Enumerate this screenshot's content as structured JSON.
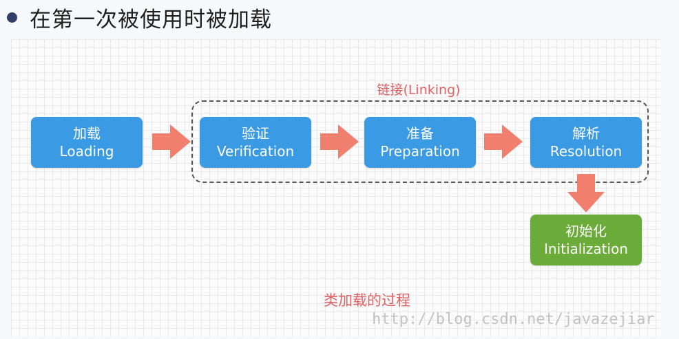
{
  "heading": {
    "text": "在第一次被使用时被加载"
  },
  "diagram": {
    "group_label": "链接(Linking)",
    "stages": {
      "loading": {
        "zh": "加载",
        "en": "Loading"
      },
      "verification": {
        "zh": "验证",
        "en": "Verification"
      },
      "preparation": {
        "zh": "准备",
        "en": "Preparation"
      },
      "resolution": {
        "zh": "解析",
        "en": "Resolution"
      },
      "initialization": {
        "zh": "初始化",
        "en": "Initialization"
      }
    },
    "caption": "类加载的过程",
    "colors": {
      "stage_blue": "#3a9be4",
      "stage_green": "#6aab3a",
      "arrow": "#f07f6e",
      "label_red": "#e06262"
    }
  },
  "watermark": "http://blog.csdn.net/javazejiar"
}
